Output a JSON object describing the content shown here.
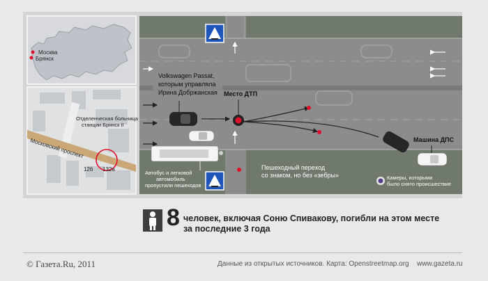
{
  "map_inset": {
    "city_moscow": "Москва",
    "city_bryansk": "Брянск",
    "street": "Московский проспект",
    "hospital": "Отделенческая больница станции Брянск II",
    "house_126": "126",
    "house_132a": "132а"
  },
  "scene": {
    "vw_label": [
      "Volkswagen Passat,",
      "которым управляла",
      "Ирина Добржанская"
    ],
    "crash_label": "Место ДТП",
    "police_label": "Машина ДПС",
    "crossing_label": [
      "Пешеходный переход",
      "со знаком, но без «зебры»"
    ],
    "bus_label": [
      "Автобус и легковой",
      "автомобиль",
      "пропустили пешеходов"
    ],
    "camera_label": [
      "Камеры, которыми",
      "было снято происшествие"
    ]
  },
  "caption": {
    "count": "8",
    "text_line1": "человек, включая Соню Спивакову,  погибли на этом месте",
    "text_line2": "за последние 3 года"
  },
  "footer": {
    "copyright": "© Газета.Ru, 2011",
    "sources": "Данные из открытых источников. Карта: Openstreetmap.org",
    "site": "www.gazeta.ru"
  },
  "colors": {
    "accent_red": "#e0102a",
    "road": "#8c8c8c",
    "median": "#6f7a6c",
    "map_bg": "#d7d9dc"
  }
}
